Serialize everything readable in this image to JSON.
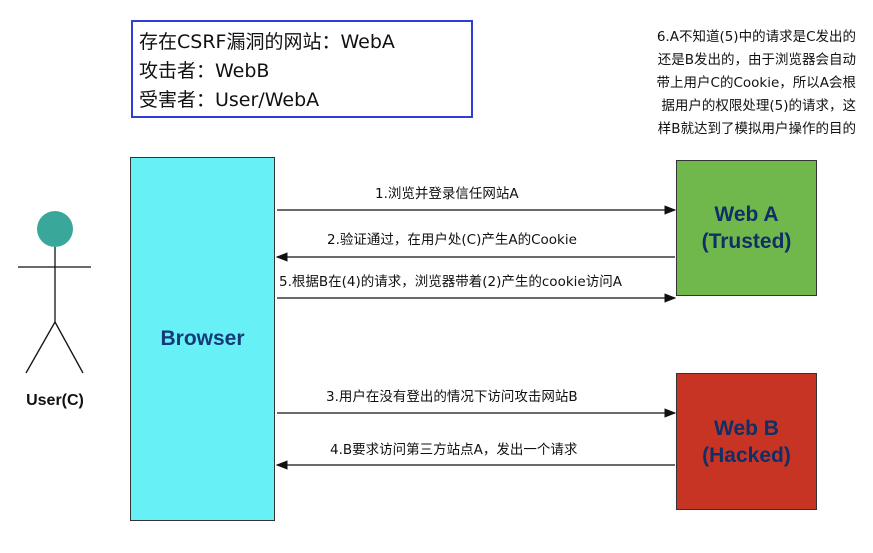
{
  "legend": {
    "lines": [
      "存在CSRF漏洞的网站：WebA",
      "攻击者：WebB",
      "受害者：User/WebA"
    ]
  },
  "note": {
    "text": "6.A不知道(5)中的请求是C发出的\n还是B发出的，由于浏览器会自动\n带上用户C的Cookie，所以A会根\n据用户的权限处理(5)的请求，这\n样B就达到了模拟用户操作的目的"
  },
  "actors": {
    "user": "User(C)"
  },
  "nodes": {
    "browser": "Browser",
    "web_a": "Web A\n(Trusted)",
    "web_b": "Web B\n(Hacked)"
  },
  "arrows": [
    {
      "label": "1.浏览并登录信任网站A",
      "direction": "right"
    },
    {
      "label": "2.验证通过，在用户处(C)产生A的Cookie",
      "direction": "left"
    },
    {
      "label": "5.根据B在(4)的请求，浏览器带着(2)产生的cookie访问A",
      "direction": "right"
    },
    {
      "label": "3.用户在没有登出的情况下访问攻击网站B",
      "direction": "right"
    },
    {
      "label": "4.B要求访问第三方站点A，发出一个请求",
      "direction": "left"
    }
  ],
  "colors": {
    "browser_fill": "#67f1f6",
    "web_a_fill": "#71b84c",
    "web_b_fill": "#c83424",
    "legend_border": "#2e3ed6",
    "user_head": "#3aa79b"
  }
}
